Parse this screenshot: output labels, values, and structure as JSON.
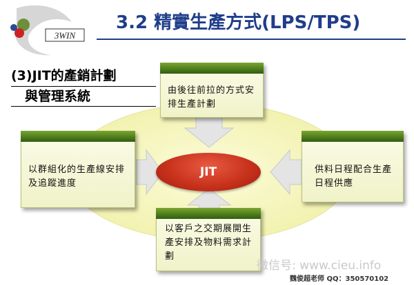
{
  "logo": {
    "text": "3WIN"
  },
  "header": {
    "title": "3.2 精實生產方式(LPS/TPS)"
  },
  "subtitle": {
    "line1": "(3)JIT的產銷計劃",
    "line2": "與管理系統"
  },
  "diagram": {
    "center": "JIT",
    "boxes": {
      "top": "由後往前拉的方式安排生產計劃",
      "left": "以群組化的生產線安排及追蹤進度",
      "right": "供料日程配合生產日程供應",
      "bottom": "以客戶之交期展開生產安排及物料需求計劃"
    },
    "colors": {
      "ellipse": "#f7f7c2",
      "arrow": "#e2e2e2",
      "center": "#c8321c",
      "bar": "#3b6e15"
    }
  },
  "watermark": {
    "text": "微信号: www.cieu.info"
  },
  "footer": {
    "text": "魏俊超老师  QQ：350570102"
  }
}
